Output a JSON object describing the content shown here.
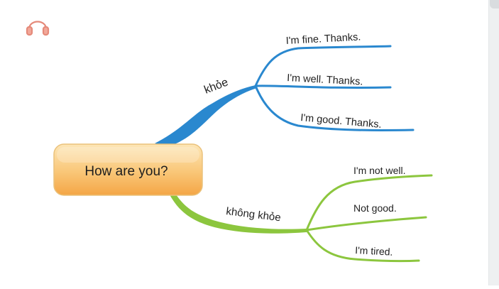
{
  "icons": {
    "audio": "headphones-icon"
  },
  "colors": {
    "positive_branch": "#2a88cf",
    "negative_branch": "#8cc63e",
    "central_fill_top": "#fde4b0",
    "central_fill_bottom": "#f4a848",
    "central_border": "#e9c07a",
    "headphones": "#e58a7a"
  },
  "mindmap": {
    "central": "How are you?",
    "branches": [
      {
        "label": "khỏe",
        "color": "#2a88cf",
        "leaves": [
          "I'm fine. Thanks.",
          "I'm well. Thanks.",
          "I'm good. Thanks."
        ]
      },
      {
        "label": "không khỏe",
        "color": "#8cc63e",
        "leaves": [
          "I'm not well.",
          "Not good.",
          "I'm tired."
        ]
      }
    ]
  }
}
